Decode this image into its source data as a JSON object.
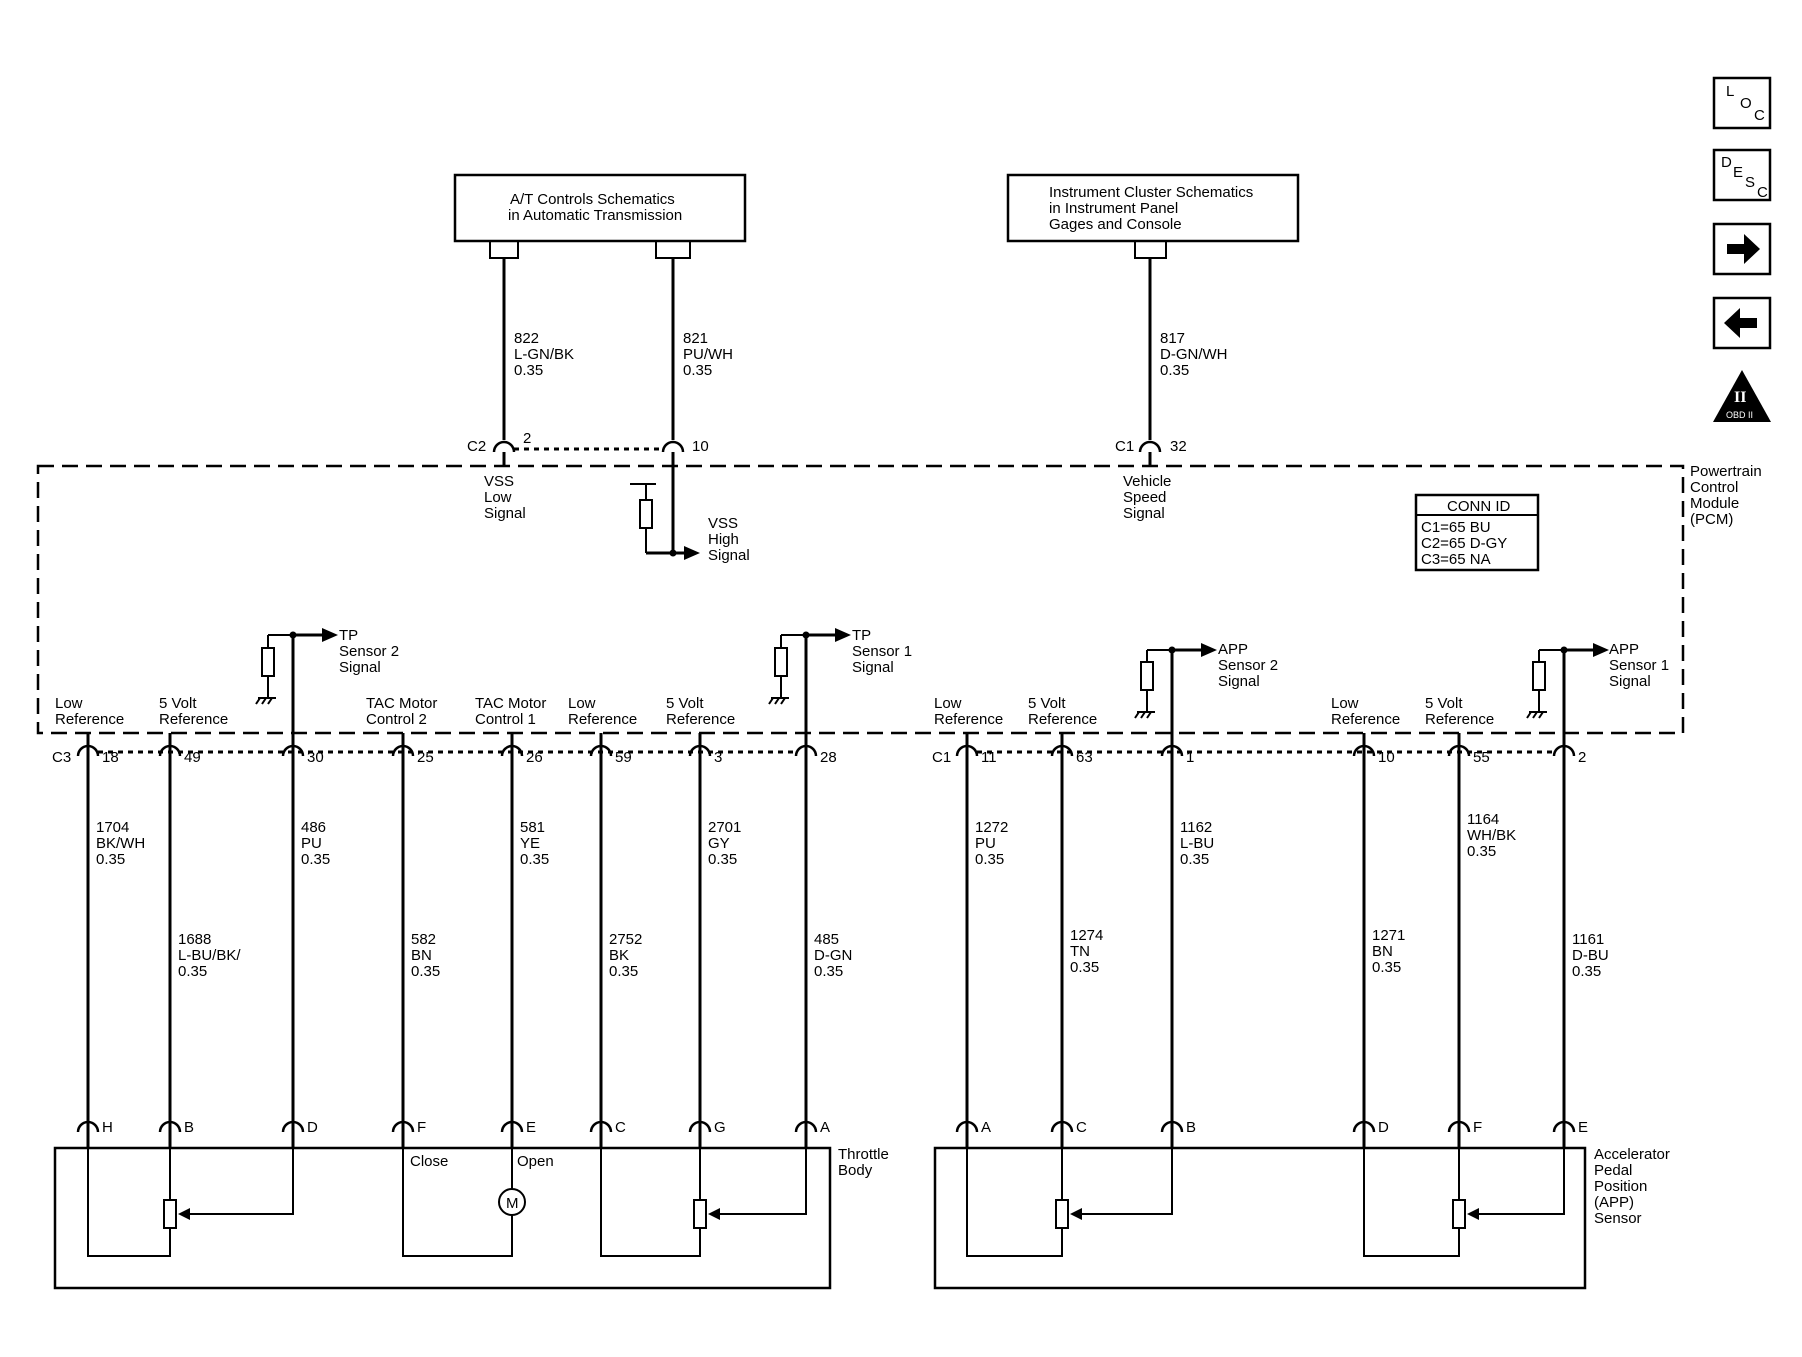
{
  "modules": {
    "at_controls": {
      "line1": "A/T Controls Schematics",
      "line2": "in Automatic Transmission"
    },
    "instrument_cluster": {
      "line1": "Instrument Cluster Schematics",
      "line2": "in Instrument Panel",
      "line3": "Gages and Console"
    },
    "pcm": {
      "line1": "Powertrain",
      "line2": "Control",
      "line3": "Module",
      "line4": "(PCM)"
    },
    "throttle_body": {
      "line1": "Throttle",
      "line2": "Body",
      "close": "Close",
      "open": "Open",
      "motor": "M"
    },
    "app_sensor": {
      "line1": "Accelerator",
      "line2": "Pedal",
      "line3": "Position",
      "line4": "(APP)",
      "line5": "Sensor"
    }
  },
  "conn_id": {
    "title": "CONN ID",
    "c1": "C1=65 BU",
    "c2": "C2=65 D-GY",
    "c3": "C3=65 NA"
  },
  "top_connectors": {
    "c2": "C2",
    "c2_pin2": "2",
    "c2_pin10": "10",
    "c1": "C1",
    "c1_pin32": "32"
  },
  "upper_wires": {
    "w822": {
      "circuit": "822",
      "color": "L-GN/BK",
      "size": "0.35"
    },
    "w821": {
      "circuit": "821",
      "color": "PU/WH",
      "size": "0.35"
    },
    "w817": {
      "circuit": "817",
      "color": "D-GN/WH",
      "size": "0.35"
    }
  },
  "signals": {
    "vss_low": [
      "VSS",
      "Low",
      "Signal"
    ],
    "vss_high": [
      "VSS",
      "High",
      "Signal"
    ],
    "vehicle_speed": [
      "Vehicle",
      "Speed",
      "Signal"
    ],
    "tp2": [
      "TP",
      "Sensor 2",
      "Signal"
    ],
    "tp1": [
      "TP",
      "Sensor 1",
      "Signal"
    ],
    "app2": [
      "APP",
      "Sensor 2",
      "Signal"
    ],
    "app1": [
      "APP",
      "Sensor 1",
      "Signal"
    ]
  },
  "pcm_pin_labels": {
    "c3_low_ref": [
      "Low",
      "Reference"
    ],
    "c3_5v_ref": [
      "5 Volt",
      "Reference"
    ],
    "tac2": [
      "TAC Motor",
      "Control 2"
    ],
    "tac1": [
      "TAC Motor",
      "Control 1"
    ],
    "c3_low_ref_b": [
      "Low",
      "Reference"
    ],
    "c3_5v_ref_b": [
      "5 Volt",
      "Reference"
    ],
    "c1_low_ref": [
      "Low",
      "Reference"
    ],
    "c1_5v_ref": [
      "5 Volt",
      "Reference"
    ],
    "c1_low_ref_b": [
      "Low",
      "Reference"
    ],
    "c1_5v_ref_b": [
      "5 Volt",
      "Reference"
    ]
  },
  "lower_connectors": {
    "c3": "C3",
    "c3_pins": [
      "18",
      "49",
      "30",
      "25",
      "26",
      "59",
      "3",
      "28"
    ],
    "c1": "C1",
    "c1_pins": [
      "11",
      "63",
      "1",
      "10",
      "55",
      "2"
    ]
  },
  "lower_wires": {
    "tb": [
      {
        "circuit": "1704",
        "color": "BK/WH",
        "size": "0.35"
      },
      {
        "circuit": "1688",
        "color": "L-BU/BK/",
        "size": "0.35"
      },
      {
        "circuit": "486",
        "color": "PU",
        "size": "0.35"
      },
      {
        "circuit": "582",
        "color": "BN",
        "size": "0.35"
      },
      {
        "circuit": "581",
        "color": "YE",
        "size": "0.35"
      },
      {
        "circuit": "2752",
        "color": "BK",
        "size": "0.35"
      },
      {
        "circuit": "2701",
        "color": "GY",
        "size": "0.35"
      },
      {
        "circuit": "485",
        "color": "D-GN",
        "size": "0.35"
      }
    ],
    "app": [
      {
        "circuit": "1272",
        "color": "PU",
        "size": "0.35"
      },
      {
        "circuit": "1274",
        "color": "TN",
        "size": "0.35"
      },
      {
        "circuit": "1162",
        "color": "L-BU",
        "size": "0.35"
      },
      {
        "circuit": "1271",
        "color": "BN",
        "size": "0.35"
      },
      {
        "circuit": "1164",
        "color": "WH/BK",
        "size": "0.35"
      },
      {
        "circuit": "1161",
        "color": "D-BU",
        "size": "0.35"
      }
    ]
  },
  "component_pins": {
    "tb": [
      "H",
      "B",
      "D",
      "F",
      "E",
      "C",
      "G",
      "A"
    ],
    "app": [
      "A",
      "C",
      "B",
      "D",
      "F",
      "E"
    ]
  },
  "nav": {
    "loc": [
      "L",
      "O",
      "C"
    ],
    "desc": [
      "D",
      "E",
      "S",
      "C"
    ],
    "forward_icon": "arrow-right-icon",
    "back_icon": "arrow-left-icon",
    "obd_roman": "II",
    "obd_label": "OBD II"
  }
}
